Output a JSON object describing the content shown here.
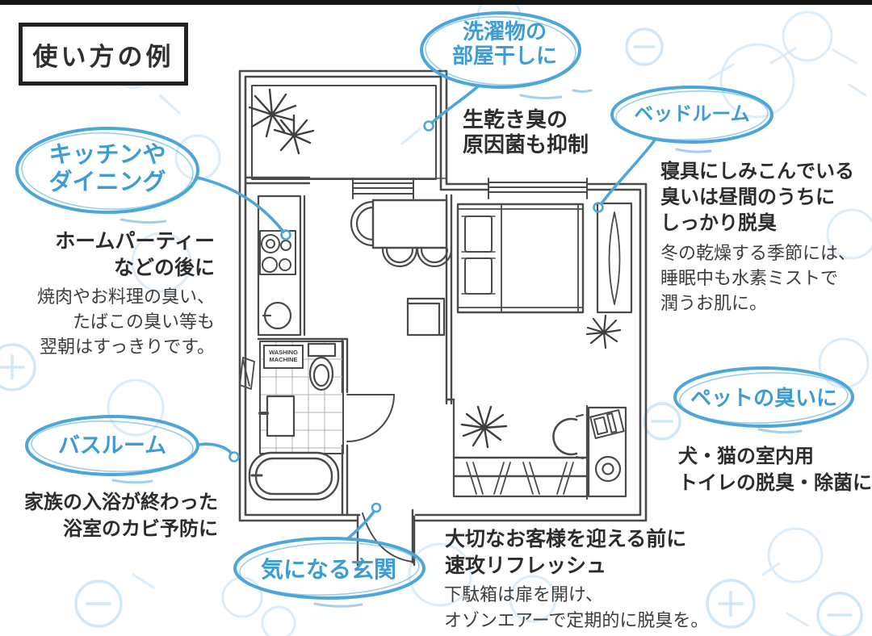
{
  "title": "使い方の例",
  "colors": {
    "accent_blue": "#4da6d9",
    "bubble_text_blue": "#3f9cd3",
    "ink_heading": "#2c2c2c",
    "ink_body": "#3d3d3d",
    "plan_line_gray": "#4a4a4a",
    "background_decoration_blue": "#dcedf9"
  },
  "callouts": {
    "laundry": {
      "bubble": "洗濯物の\n部屋干しに",
      "note": "生乾き臭の\n原因菌も抑制"
    },
    "bedroom": {
      "bubble": "ベッドルーム",
      "heading": "寝具にしみこんでいる\n臭いは昼間のうちに\nしっかり脱臭",
      "body": "冬の乾燥する季節には、\n睡眠中も水素ミストで\n潤うお肌に。"
    },
    "kitchen": {
      "bubble": "キッチンや\nダイニング",
      "heading": "ホームパーティー\nなどの後に",
      "body": "焼肉やお料理の臭い、\nたばこの臭い等も\n翌朝はすっきりです。"
    },
    "bath": {
      "bubble": "バスルーム",
      "heading": "家族の入浴が終わった\n浴室のカビ予防に"
    },
    "pet": {
      "bubble": "ペットの臭いに",
      "heading": "犬・猫の室内用\nトイレの脱臭・除菌に"
    },
    "entrance": {
      "bubble": "気になる玄関",
      "heading": "大切なお客様を迎える前に\n速攻リフレッシュ",
      "body": "下駄箱は扉を開け、\nオゾンエアーで定期的に脱臭を。"
    }
  },
  "floor_plan": {
    "washing_machine_label": "WASHING\nMACHINE"
  }
}
